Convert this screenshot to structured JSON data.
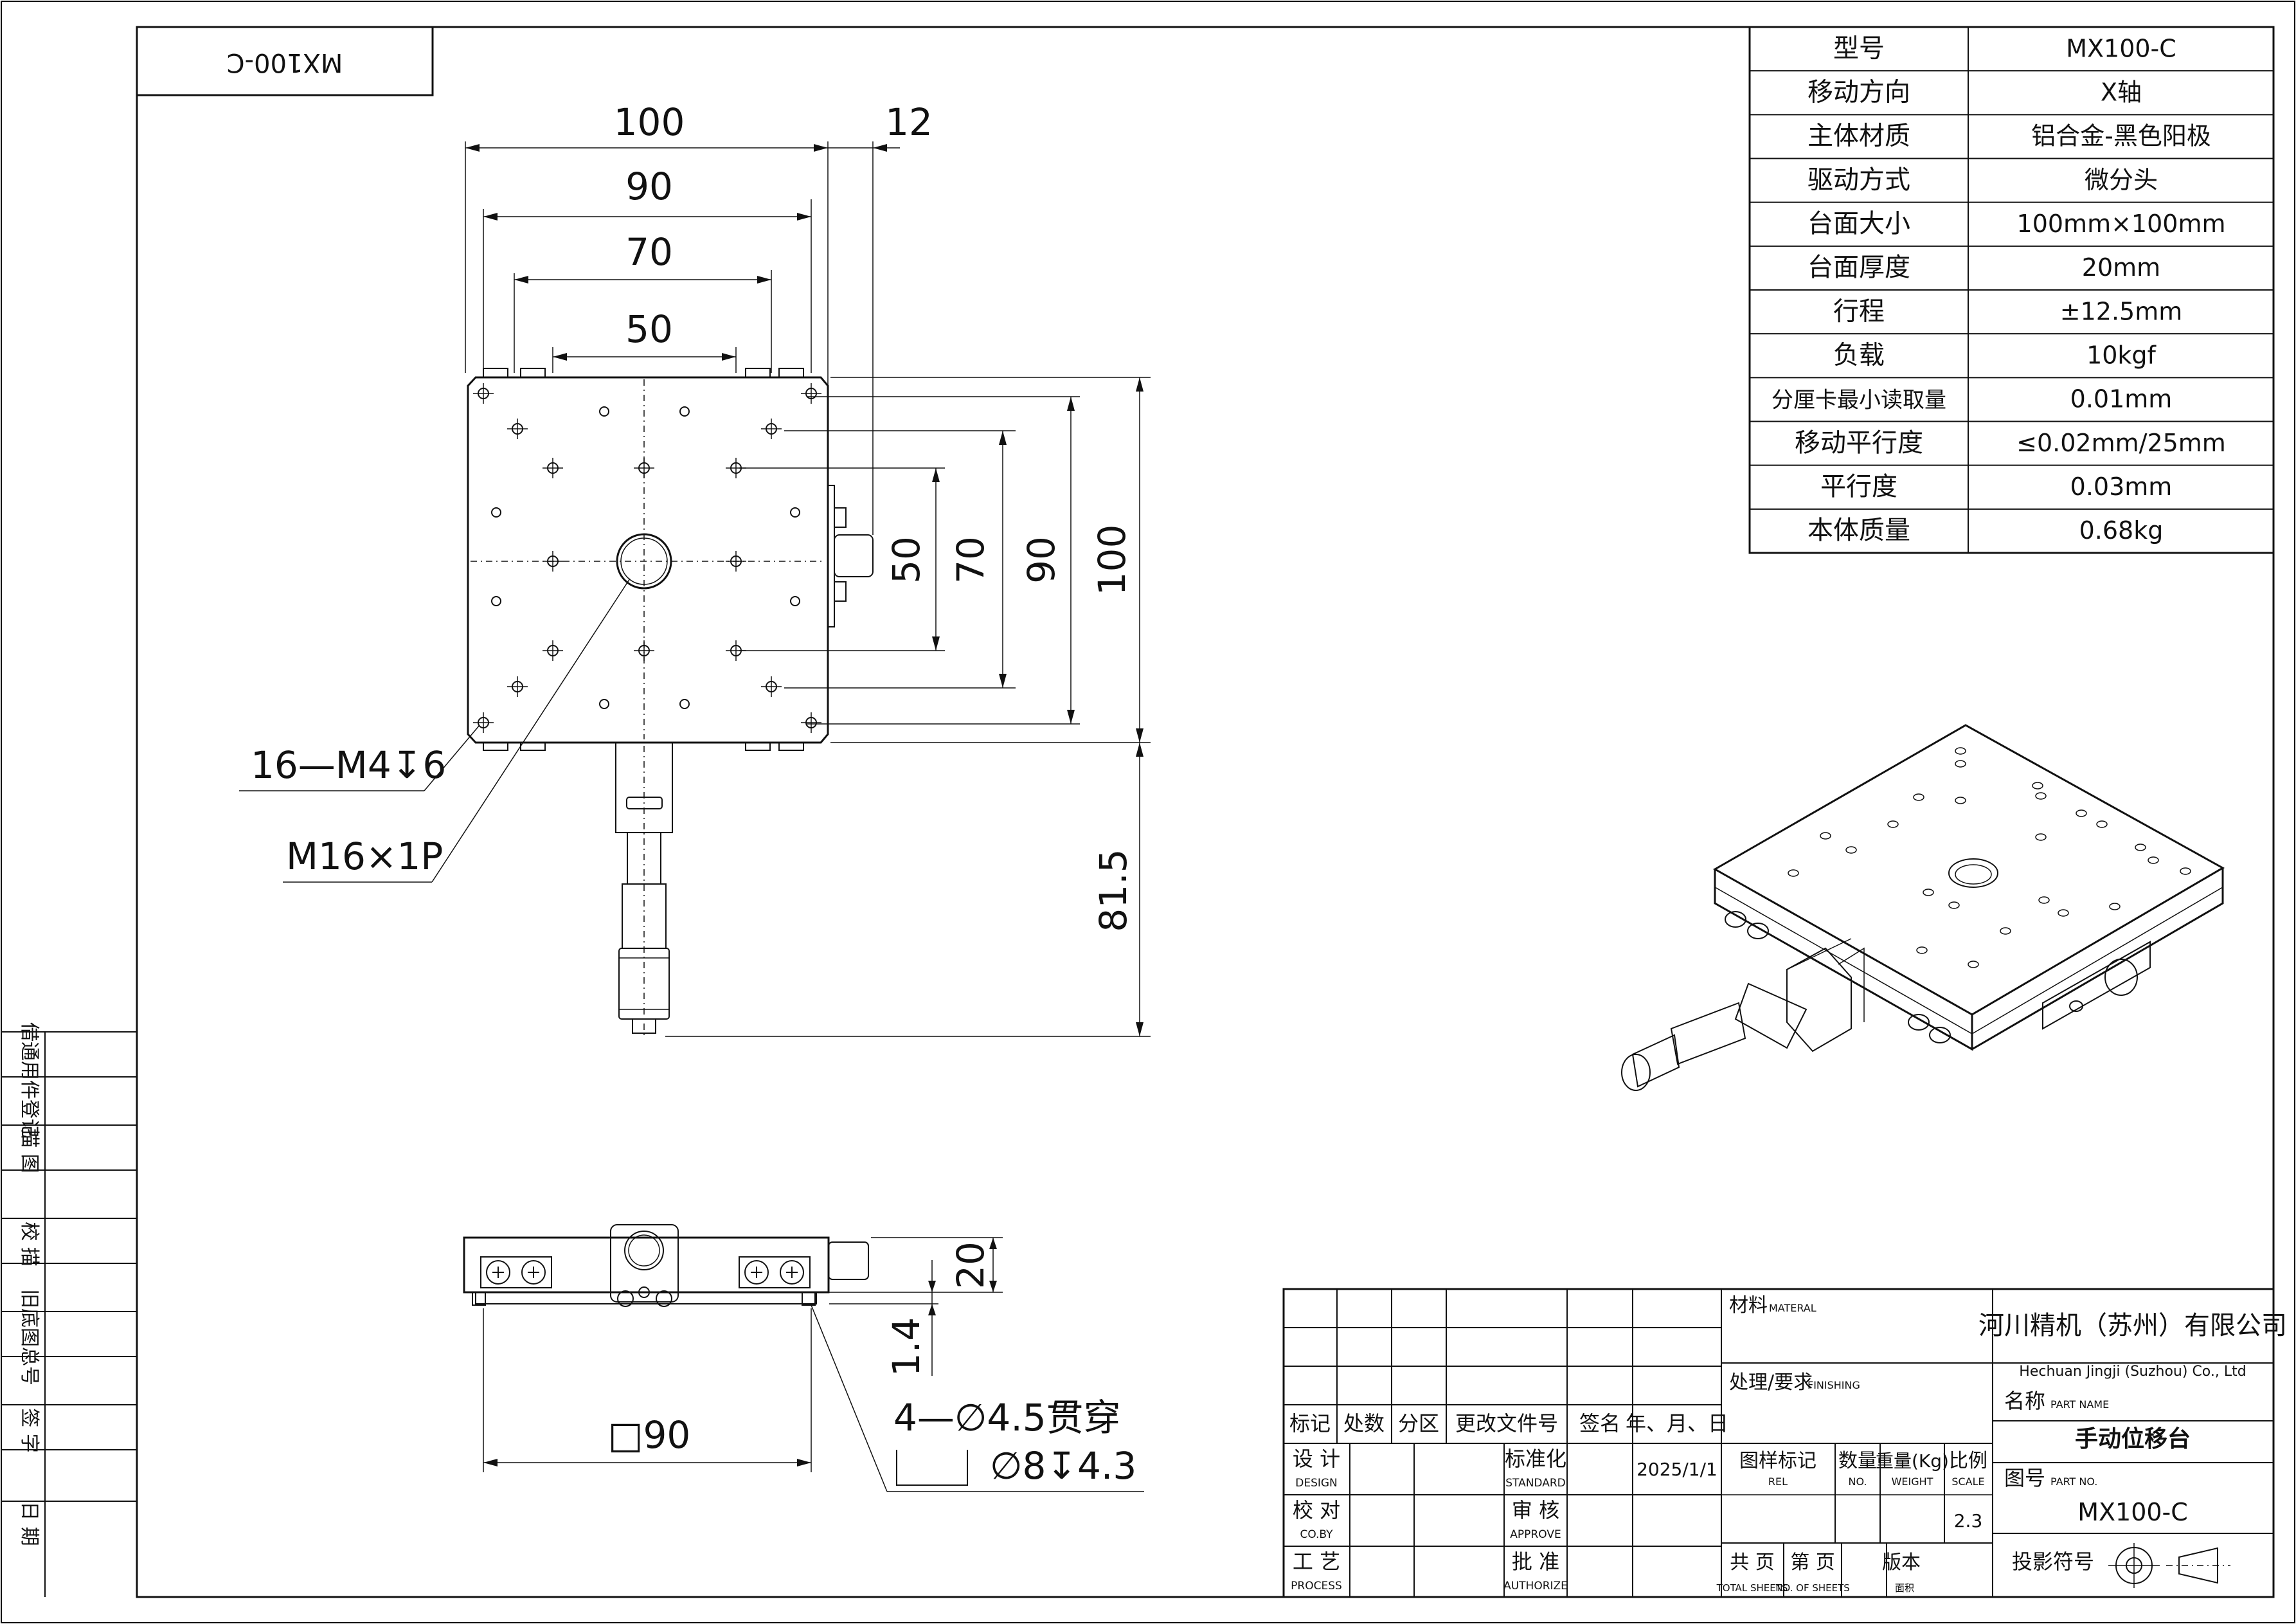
{
  "title_block_top": "MX100-C",
  "spec_table": [
    {
      "label": "型号",
      "value": "MX100-C"
    },
    {
      "label": "移动方向",
      "value": "X轴"
    },
    {
      "label": "主体材质",
      "value": "铝合金-黑色阳极"
    },
    {
      "label": "驱动方式",
      "value": "微分头"
    },
    {
      "label": "台面大小",
      "value": "100mm×100mm"
    },
    {
      "label": "台面厚度",
      "value": "20mm"
    },
    {
      "label": "行程",
      "value": "±12.5mm"
    },
    {
      "label": "负载",
      "value": "10kgf"
    },
    {
      "label": "分厘卡最小读取量",
      "value": "0.01mm"
    },
    {
      "label": "移动平行度",
      "value": "≤0.02mm/25mm"
    },
    {
      "label": "平行度",
      "value": "0.03mm"
    },
    {
      "label": "本体质量",
      "value": "0.68kg"
    }
  ],
  "dimensions": {
    "d100": "100",
    "d12": "12",
    "d90": "90",
    "d70": "70",
    "d50": "50",
    "v50": "50",
    "v70": "70",
    "v90": "90",
    "v100": "100",
    "v81_5": "81.5",
    "v20": "20",
    "v1_4": "1.4",
    "sq90": "□90"
  },
  "callouts": {
    "holes": "16—M4↧6",
    "thread": "M16×1P",
    "through": "4—∅4.5贯穿",
    "counterbore": "∅8↧4.3"
  },
  "left_strip": [
    "借通用件登记",
    "描 图",
    "校 描",
    "旧底图总号",
    "签 字",
    "日 期"
  ],
  "title_block": {
    "mark": "标记",
    "count": "处数",
    "zone": "分区",
    "change_doc": "更改文件号",
    "sign": "签名",
    "date_hdr": "年、月、日",
    "design": "设 计",
    "design_en": "DESIGN",
    "standard": "标准化",
    "standard_en": "STANDARD",
    "date": "2025/1/1",
    "checked": "校 对",
    "checked_en": "CO.BY",
    "approve": "审 核",
    "approve_en": "APPROVE",
    "process": "工 艺",
    "process_en": "PROCESS",
    "authorize": "批 准",
    "authorize_en": "AUTHORIZE",
    "material": "材料",
    "material_en": "MATERAL",
    "finishing": "处理/要求",
    "finishing_en": "FINISHING",
    "rel": "图样标记",
    "rel_en": "REL",
    "qty": "数量",
    "qty_en": "NO.",
    "weight": "重量(Kg)",
    "weight_en": "WEIGHT",
    "scale": "比例",
    "scale_en": "SCALE",
    "scale_val": "2.3",
    "total": "共 页",
    "total_en": "TOTAL SHEETS",
    "sheet": "第 页",
    "sheet_en": "NO. OF SHEETS",
    "version": "版本",
    "version_en": "面积",
    "company": "河川精机（苏州）有限公司",
    "company_en": "Hechuan Jingji (Suzhou) Co., Ltd",
    "part_name_label": "名称",
    "part_name_en": "PART NAME",
    "part_name": "手动位移台",
    "part_no_label": "图号",
    "part_no_en": "PART NO.",
    "part_no": "MX100-C",
    "projection": "投影符号"
  }
}
